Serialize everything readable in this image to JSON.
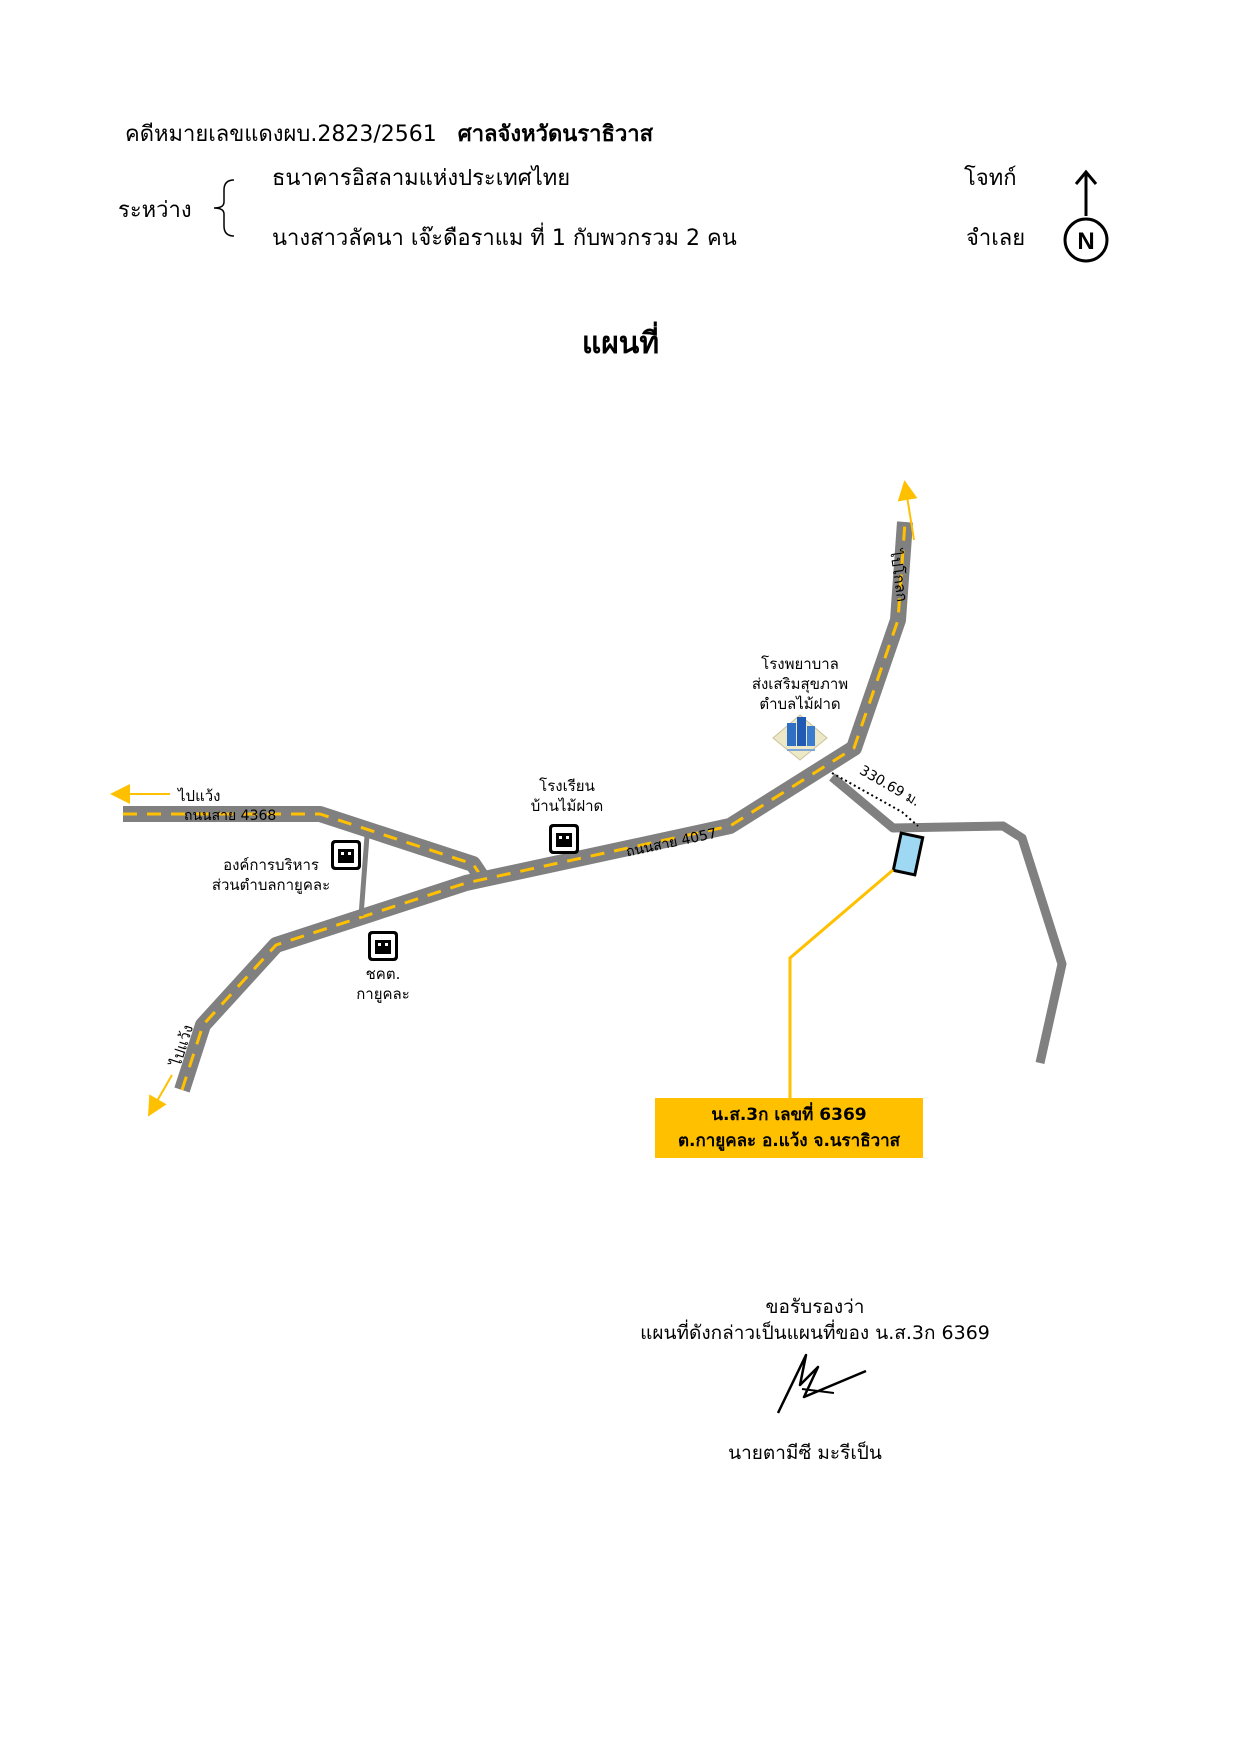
{
  "header": {
    "case_line": "คดีหมายเลขแดงผบ.2823/2561",
    "court": "ศาลจังหวัดนราธิวาส",
    "between_label": "ระหว่าง",
    "plaintiff_name": "ธนาคารอิสลามแห่งประเทศไทย",
    "plaintiff_role": "โจทก์",
    "defendant_name": "นางสาวลัคนา   เจ๊ะดือราแม ที่ 1 กับพวกรวม  2  คน",
    "defendant_role": "จำเลย",
    "north_letter": "N"
  },
  "title": "แผนที่",
  "map": {
    "dir_to_kolok": "ไปโกลก",
    "dir_to_waeng_top": "ไปแว้ง",
    "dir_to_waeng_bottom": "ไปแว้ง",
    "road_4368": "ถนนสาย 4368",
    "road_4057": "ถนนสาย 4057",
    "distance": "330.69 ม.",
    "hospital_lines": [
      "โรงพยาบาล",
      "ส่งเสริมสุขภาพ",
      "ตำบลไม้ฝาด"
    ],
    "school_lines": [
      "โรงเรียน",
      "บ้านไม้ฝาด"
    ],
    "sao_lines": [
      "องค์การบริหาร",
      "ส่วนตำบลกายูคละ"
    ],
    "chokot_lines": [
      "ชคต.",
      "กายูคละ"
    ],
    "parcel_lines": [
      "น.ส.3ก เลขที่ 6369",
      "ต.กายูคละ  อ.แว้ง  จ.นราธิวาส"
    ],
    "colors": {
      "road": "#808080",
      "center_dash": "#FFC000",
      "parcel_fill": "#FFC000",
      "arrow": "#FFC000"
    }
  },
  "certification": {
    "line1": "ขอรับรองว่า",
    "line2": "แผนที่ดังกล่าวเป็นแผนที่ของ น.ส.3ก 6369",
    "signer": "นายตามีซี     มะรีเป็น"
  }
}
